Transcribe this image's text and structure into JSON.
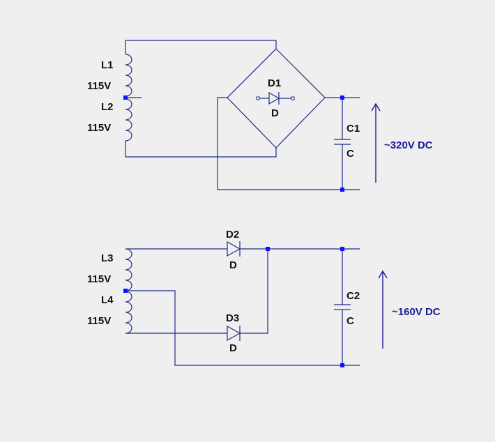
{
  "colors": {
    "background": "#efefef",
    "wire": "#1f2a8c",
    "node": "#1010ff",
    "label": "#111111",
    "voltage_label": "#1a1a9a"
  },
  "top_circuit": {
    "inductor_1": {
      "name": "L1",
      "value": "115V"
    },
    "inductor_2": {
      "name": "L2",
      "value": "115V"
    },
    "bridge_diode": {
      "name": "D1",
      "type": "D"
    },
    "capacitor": {
      "name": "C1",
      "type": "C"
    },
    "output_voltage": "~320V DC"
  },
  "bottom_circuit": {
    "inductor_1": {
      "name": "L3",
      "value": "115V"
    },
    "inductor_2": {
      "name": "L4",
      "value": "115V"
    },
    "diode_upper": {
      "name": "D2",
      "type": "D"
    },
    "diode_lower": {
      "name": "D3",
      "type": "D"
    },
    "capacitor": {
      "name": "C2",
      "type": "C"
    },
    "output_voltage": "~160V DC"
  }
}
